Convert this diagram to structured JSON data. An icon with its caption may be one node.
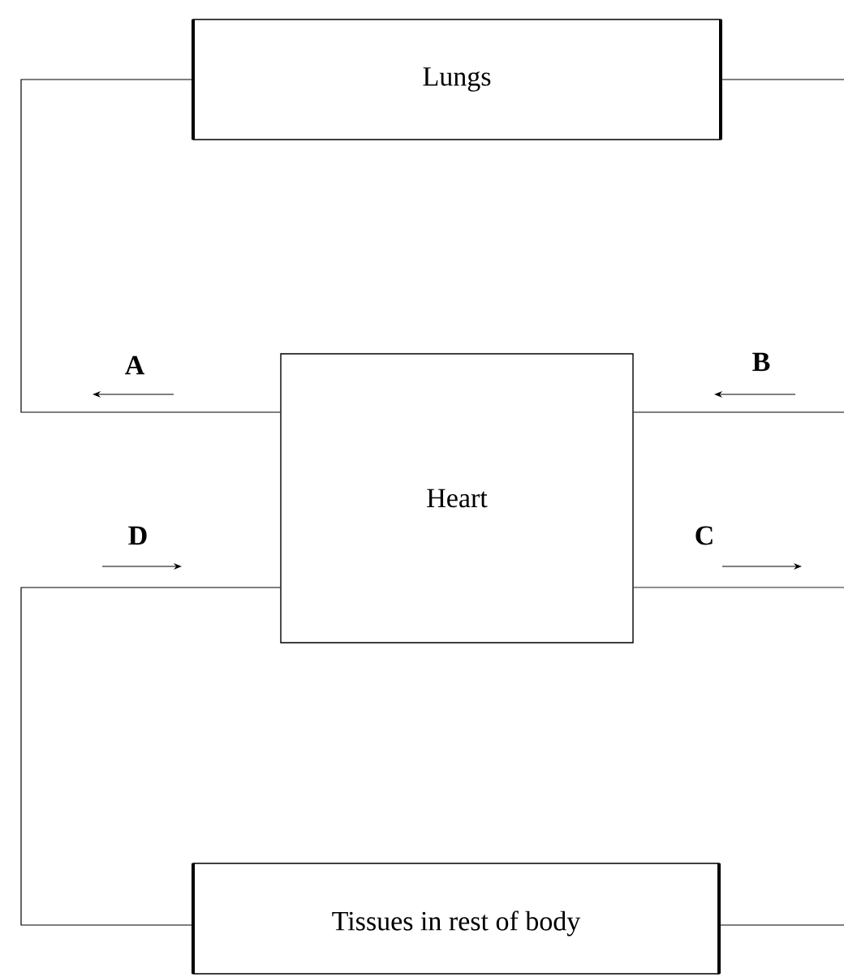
{
  "diagram": {
    "nodes": [
      {
        "text": [
          "Lungs"
        ]
      },
      {
        "text": [
          "Heart"
        ]
      },
      {
        "text": [
          "Tissues in rest of body"
        ]
      }
    ],
    "edges": [
      {
        "from": 1,
        "to": 0,
        "arrow": "none"
      },
      {
        "from": 1,
        "to": 2,
        "arrow": "none"
      },
      {
        "from": 0,
        "to": null,
        "arrow": "none"
      },
      {
        "from": 1,
        "to": null,
        "arrow": "none"
      },
      {
        "from": 1,
        "to": null,
        "arrow": "none"
      },
      {
        "from": 2,
        "to": null,
        "arrow": "none"
      }
    ],
    "labels": [
      "A",
      "B",
      "D",
      "C"
    ]
  }
}
